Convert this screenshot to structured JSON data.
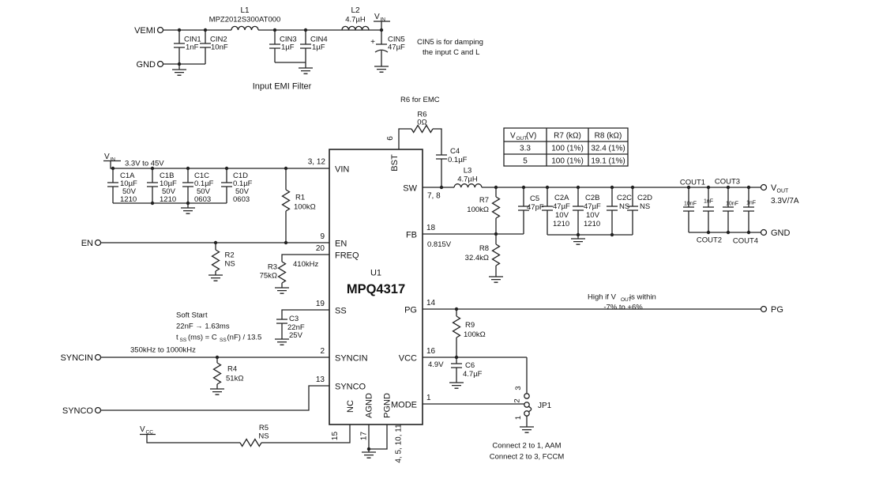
{
  "terminals": {
    "vemi": "VEMI",
    "gnd_in": "GND",
    "en": "EN",
    "syncin": "SYNCIN",
    "synco": "SYNCO",
    "vout_main": "V",
    "vout_sub": "OUT",
    "vout_spec": "3.3V/7A",
    "gnd_out": "GND",
    "pg": "PG"
  },
  "emi": {
    "l1": "L1",
    "l1_part": "MPZ2012S300AT000",
    "l2": "L2",
    "l2_val": "4.7µH",
    "vin_main": "V",
    "vin_sub": "IN",
    "plus": "+",
    "cin1": "CIN1",
    "cin1_val": "1nF",
    "cin2": "CIN2",
    "cin2_val": "10nF",
    "cin3": "CIN3",
    "cin3_val": "1µF",
    "cin4": "CIN4",
    "cin4_val": "1µF",
    "cin5": "CIN5",
    "cin5_val": "47µF",
    "note1": "CIN5 is for damping",
    "note2": "the input C and L",
    "caption": "Input EMI Filter"
  },
  "input": {
    "vin_main": "V",
    "vin_sub": "IN",
    "range": "3.3V to 45V",
    "c1a": [
      "C1A",
      "10µF",
      "50V",
      "1210"
    ],
    "c1b": [
      "C1B",
      "10µF",
      "50V",
      "1210"
    ],
    "c1c": [
      "C1C",
      "0.1µF",
      "50V",
      "0603"
    ],
    "c1d": [
      "C1D",
      "0.1µF",
      "50V",
      "0603"
    ],
    "r1": [
      "R1",
      "100kΩ"
    ]
  },
  "chip": {
    "refdes": "U1",
    "part": "MPQ4317",
    "pin_vin": "VIN",
    "pin_en": "EN",
    "pin_freq": "FREQ",
    "pin_ss": "SS",
    "pin_syncin": "SYNCIN",
    "pin_synco": "SYNCO",
    "pin_bst": "BST",
    "pin_sw": "SW",
    "pin_fb": "FB",
    "pin_pg": "PG",
    "pin_vcc": "VCC",
    "pin_mode": "MODE",
    "pin_nc": "NC",
    "pin_agnd": "AGND",
    "pin_pgnd": "PGND",
    "num_vin": "3, 12",
    "num_en": "9",
    "num_freq": "20",
    "num_ss": "19",
    "num_syncin": "2",
    "num_synco": "13",
    "num_bst": "6",
    "num_sw": "7, 8",
    "num_fb": "18",
    "num_pg": "14",
    "num_vcc": "16",
    "num_mode": "1",
    "num_nc": "15",
    "num_agnd": "17",
    "num_pgnd": "4, 5, 10, 11",
    "fb_v": "0.815V",
    "vcc_v": "4.9V"
  },
  "left": {
    "r2": [
      "R2",
      "NS"
    ],
    "r3": [
      "R3",
      "75kΩ"
    ],
    "r4": [
      "R4",
      "51kΩ"
    ],
    "r5": [
      "R5",
      "NS"
    ],
    "freq_val": "410kHz",
    "sync_range": "350kHz to 1000kHz",
    "c3": [
      "C3",
      "22nF",
      "25V"
    ],
    "soft1": "Soft Start",
    "soft2": "22nF → 1.63ms",
    "f_t": "t",
    "f_ss1": "SS",
    "f_mid": "(ms) = C",
    "f_ss2": "SS",
    "f_end": "(nF) / 13.5",
    "vcc_main": "V",
    "vcc_sub": "CC"
  },
  "top": {
    "r6_note": "R6 for EMC",
    "r6": [
      "R6",
      "0Ω"
    ],
    "c4": [
      "C4",
      "0.1µF"
    ],
    "l3": [
      "L3",
      "4.7µH"
    ]
  },
  "out": {
    "r7": [
      "R7",
      "100kΩ"
    ],
    "r8": [
      "R8",
      "32.4kΩ"
    ],
    "c5": [
      "C5",
      "47pF"
    ],
    "c2a": [
      "C2A",
      "47µF",
      "10V",
      "1210"
    ],
    "c2b": [
      "C2B",
      "47µF",
      "10V",
      "1210"
    ],
    "c2c": [
      "C2C",
      "NS"
    ],
    "c2d": [
      "C2D",
      "NS"
    ],
    "cout1": "COUT1",
    "cout2": "COUT2",
    "cout3": "COUT3",
    "cout4": "COUT4",
    "coutv": [
      "10nF",
      "1nF",
      "10nF",
      "1nF"
    ]
  },
  "right": {
    "r9": [
      "R9",
      "100kΩ"
    ],
    "c6": [
      "C6",
      "4.7µF"
    ],
    "pg1a": "High if V",
    "pg1b": "OUT",
    "pg1c": "is within",
    "pg2": "-7% to +6%",
    "jp1": "JP1",
    "jp3": "3",
    "jp2": "2",
    "jpl": "1",
    "note1": "Connect 2 to 1, AAM",
    "note2": "Connect 2 to 3, FCCM"
  },
  "table": {
    "h1a": "V",
    "h1b": "OUT",
    "h1c": "(V)",
    "h2": "R7 (kΩ)",
    "h3": "R8 (kΩ)",
    "rows": [
      [
        "3.3",
        "100 (1%)",
        "32.4 (1%)"
      ],
      [
        "5",
        "100 (1%)",
        "19.1 (1%)"
      ]
    ]
  }
}
